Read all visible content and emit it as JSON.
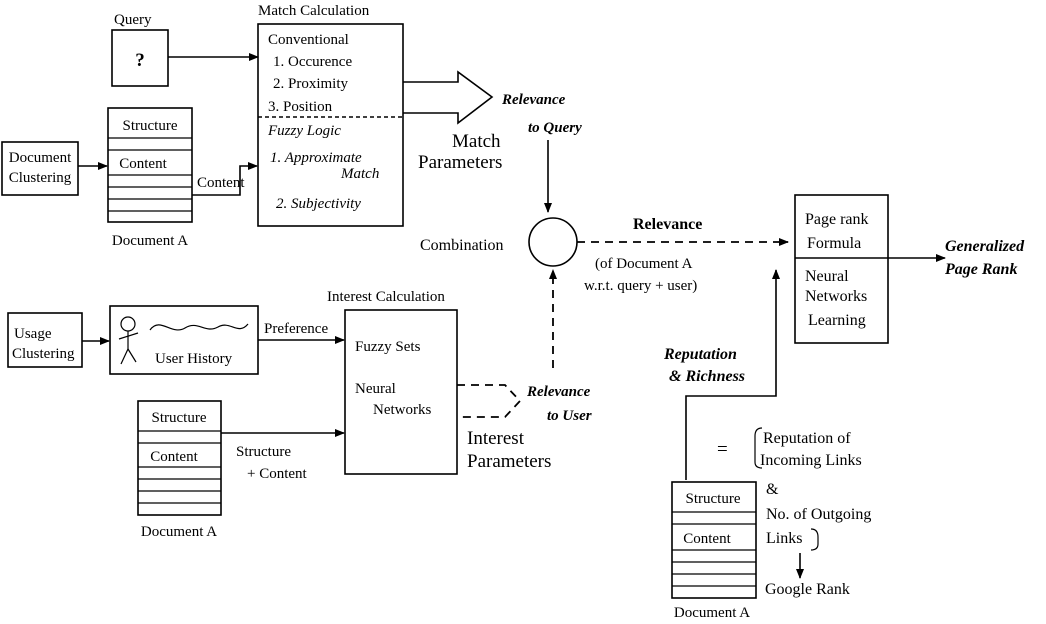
{
  "query": {
    "title": "Query",
    "symbol": "?"
  },
  "match_calc": {
    "title": "Match Calculation",
    "conventional": "Conventional",
    "conv_items": [
      "1. Occurence",
      "2. Proximity",
      "3. Position"
    ],
    "fuzzy": "Fuzzy Logic",
    "fuzzy_item1": "1. Approximate",
    "fuzzy_item1b": "Match",
    "fuzzy_item2": "2. Subjectivity"
  },
  "doc_clustering": [
    "Document",
    "Clustering"
  ],
  "document_top": {
    "structure": "Structure",
    "content": "Content",
    "caption": "Document A"
  },
  "content_label": "Content",
  "relevance_query": [
    "Relevance",
    "to Query"
  ],
  "match_parameters": [
    "Match",
    "Parameters"
  ],
  "combination": "Combination",
  "relevance": {
    "title": "Relevance",
    "detail": [
      "(of Document A",
      "w.r.t. query + user)"
    ]
  },
  "pagerank_box": {
    "formula": [
      "Page rank",
      "Formula"
    ],
    "neural": [
      "Neural",
      "Networks",
      "Learning"
    ]
  },
  "generalized": [
    "Generalized",
    "Page Rank"
  ],
  "usage_clustering": [
    "Usage",
    "Clustering"
  ],
  "user_history": "User History",
  "preference": "Preference",
  "interest_calc": {
    "title": "Interest Calculation",
    "fuzzy_sets": "Fuzzy   Sets",
    "neural": [
      "Neural",
      "Networks"
    ]
  },
  "document_mid": {
    "structure": "Structure",
    "content": "Content",
    "caption": "Document A"
  },
  "structure_content": [
    "Structure",
    "+ Content"
  ],
  "relevance_user": [
    "Relevance",
    "to User"
  ],
  "interest_parameters": [
    "Interest",
    "Parameters"
  ],
  "reputation_richness": [
    "Reputation",
    "& Richness"
  ],
  "equals": "=",
  "reputation_list": [
    "Reputation of",
    "Incoming Links",
    "&",
    "No. of Outgoing",
    "Links"
  ],
  "google_rank": "Google Rank",
  "document_bottom": {
    "structure": "Structure",
    "content": "Content",
    "caption": "Document A"
  }
}
